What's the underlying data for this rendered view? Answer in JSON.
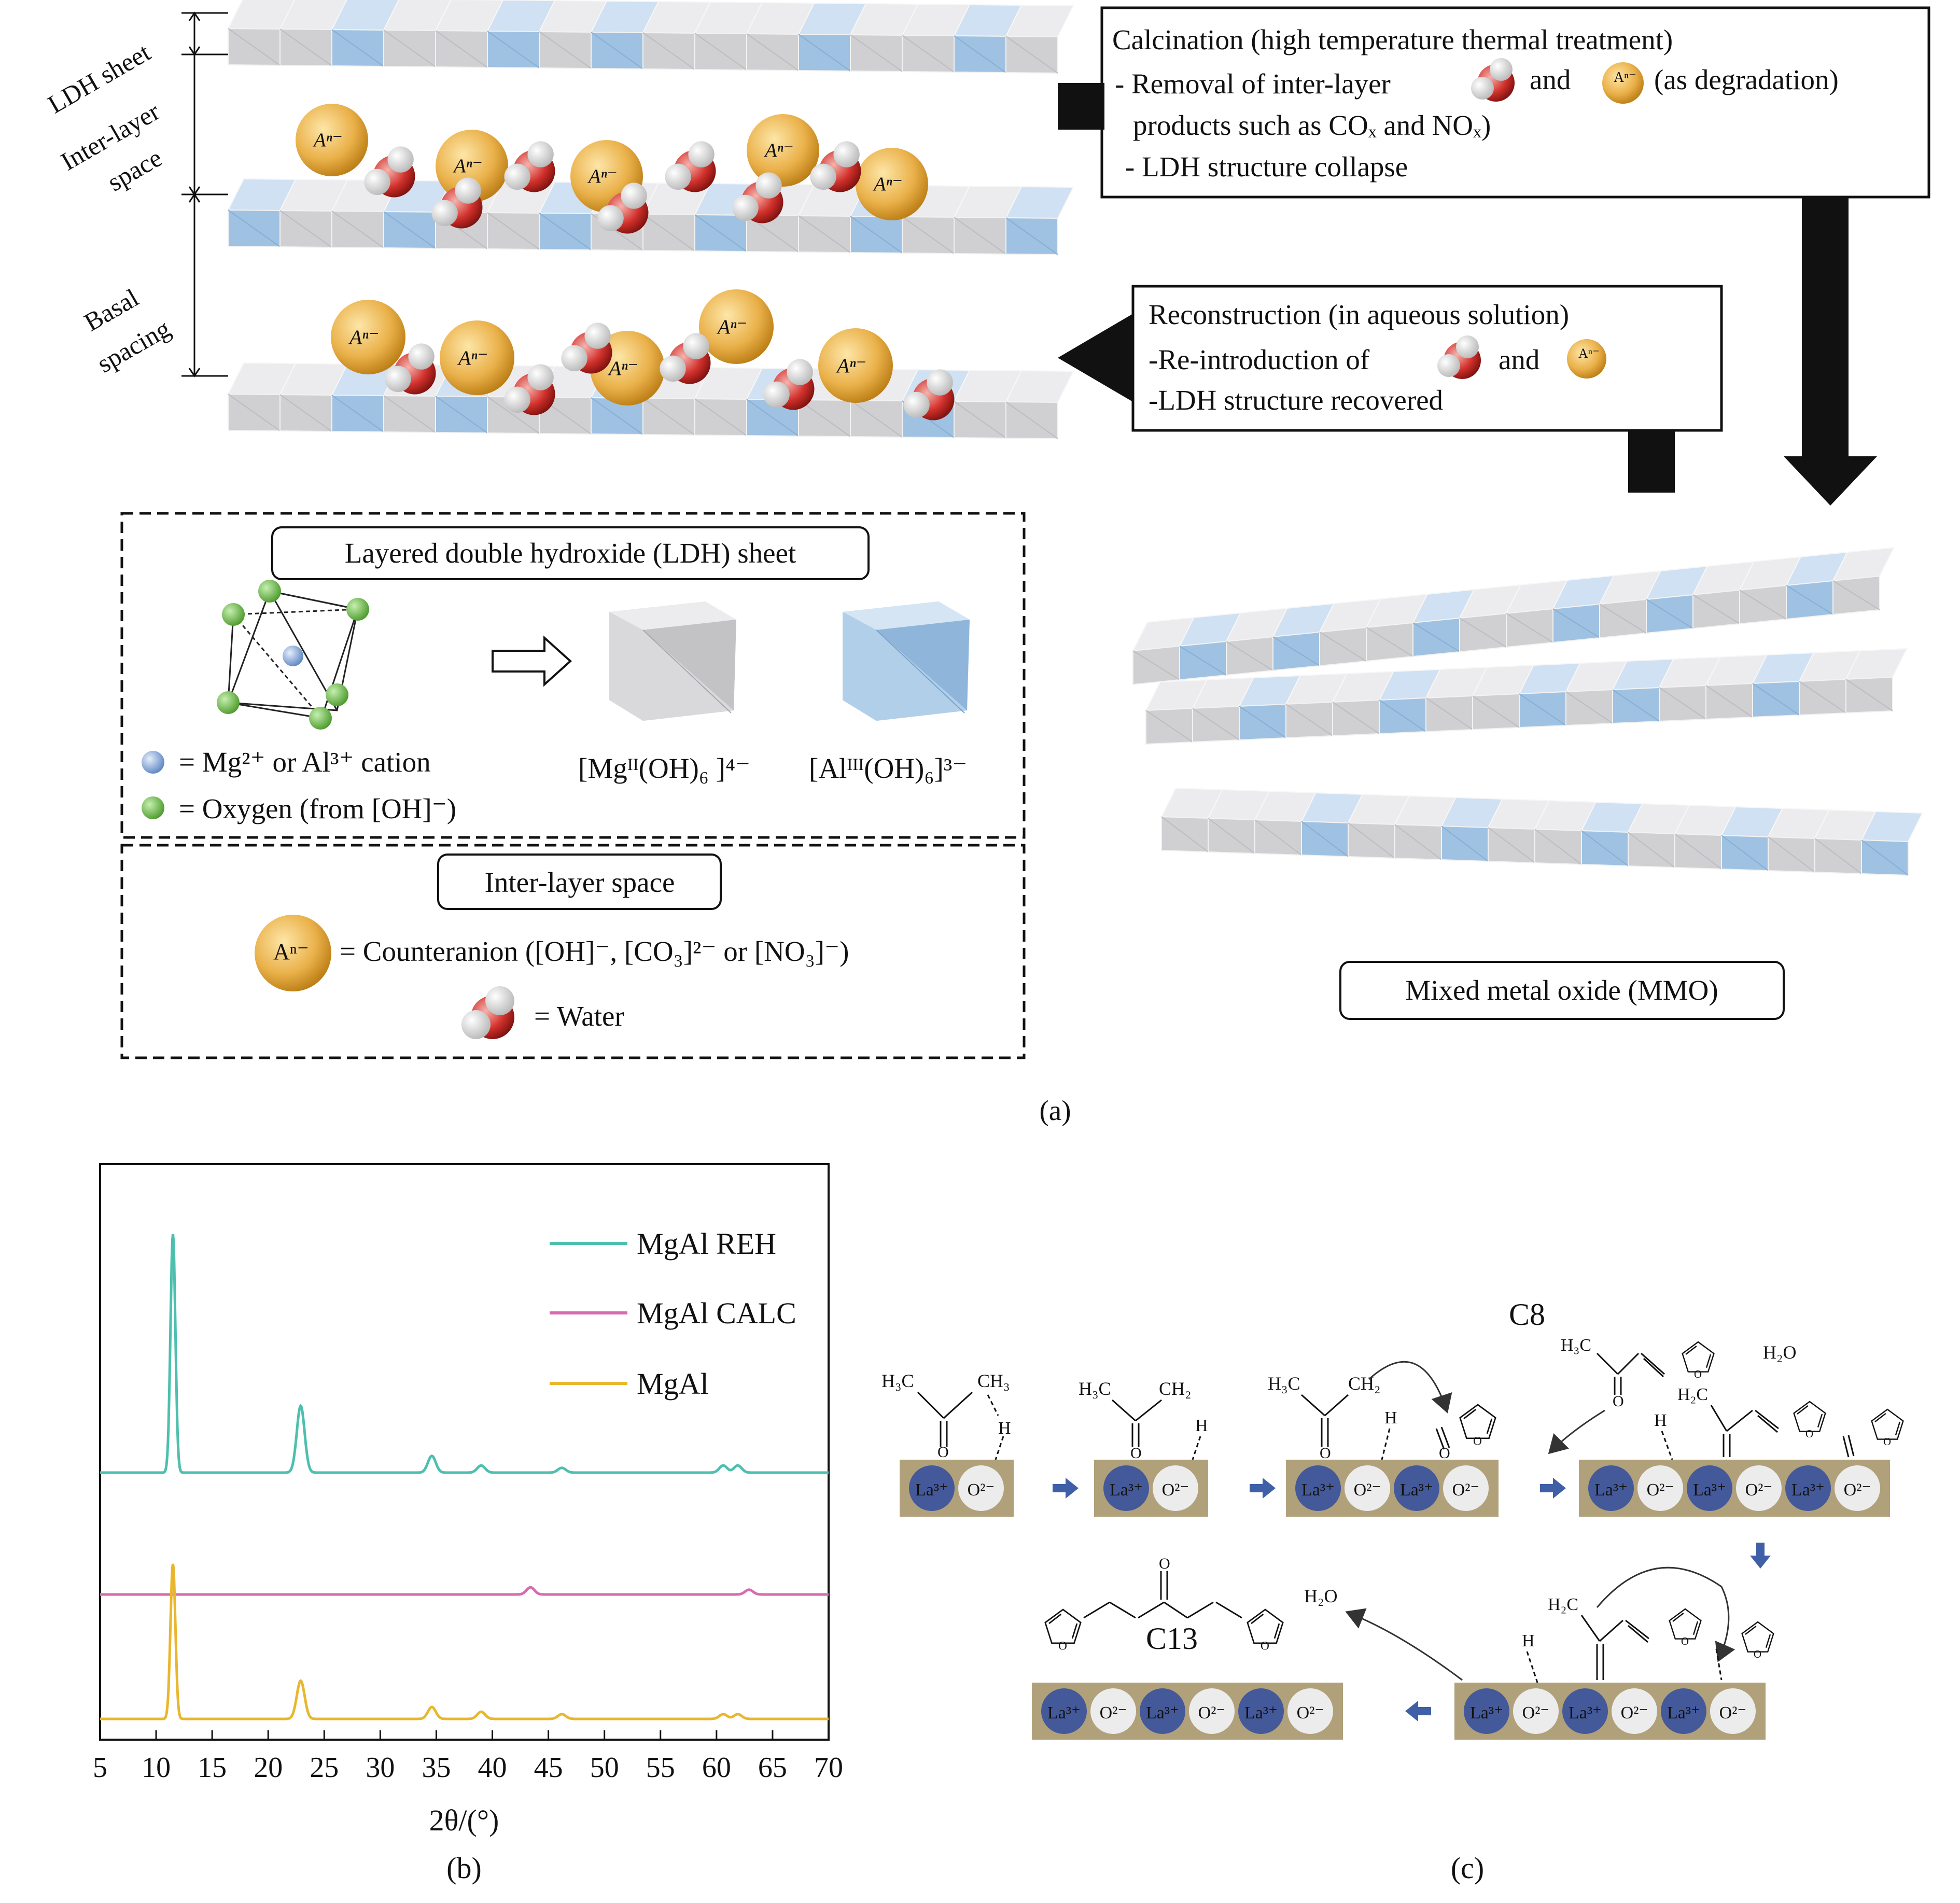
{
  "panel_a": {
    "label": "(a)",
    "labels": {
      "ldh_sheet": "LDH sheet",
      "interlayer_1": "Inter-layer",
      "interlayer_2": "space",
      "basal_1": "Basal",
      "basal_2": "spacing"
    },
    "anion_symbol": "Aⁿ⁻",
    "calcination_box": {
      "title": "Calcination (high temperature thermal treatment)",
      "line1a": "- Removal of inter-layer",
      "line1b": "and",
      "line1c": "(as degradation)",
      "line2": "products such as COₓ and NOₓ)",
      "line3": "- LDH structure collapse"
    },
    "reconstruction_box": {
      "title": "Reconstruction (in aqueous solution)",
      "line1a": "-Re-introduction of",
      "line1b": "and",
      "line2": "-LDH structure recovered"
    },
    "ldh_legend": {
      "title": "Layered double hydroxide (LDH) sheet",
      "cation": "= Mg²⁺ or Al³⁺ cation",
      "oxygen": "= Oxygen (from [OH]⁻)",
      "mg_oct": "[Mgᴵᴵ(OH)₆ ]⁴⁻",
      "al_oct": "[Alᴵᴵᴵ(OH)₆]³⁻"
    },
    "interlayer_legend": {
      "title": "Inter-layer space",
      "counteranion": "= Counteranion ([OH]⁻, [CO₃]²⁻ or [NO₃]⁻)",
      "water": "= Water"
    },
    "mmo_label": "Mixed metal oxide (MMO)"
  },
  "panel_b": {
    "label": "(b)",
    "xlabel": "2θ/(°)",
    "legend": [
      "MgAl REH",
      "MgAl CALC",
      "MgAl"
    ]
  },
  "chart_data": {
    "type": "line",
    "xlabel": "2θ/(°)",
    "ylabel": "",
    "xlim": [
      5,
      70
    ],
    "xticks": [
      5,
      10,
      15,
      20,
      25,
      30,
      35,
      40,
      45,
      50,
      55,
      60,
      65,
      70
    ],
    "legend_position": "top-right",
    "series": [
      {
        "name": "MgAl REH",
        "color": "#4dbfae",
        "baseline": 0,
        "peaks": [
          [
            11.5,
            100
          ],
          [
            22.9,
            28
          ],
          [
            34.6,
            7
          ],
          [
            39.0,
            3
          ],
          [
            46.2,
            2
          ],
          [
            60.6,
            3
          ],
          [
            61.9,
            3
          ]
        ]
      },
      {
        "name": "MgAl CALC",
        "color": "#d86bb0",
        "baseline": 0,
        "peaks": [
          [
            43.4,
            3
          ],
          [
            62.9,
            2
          ]
        ]
      },
      {
        "name": "MgAl",
        "color": "#e9b72e",
        "baseline": 0,
        "peaks": [
          [
            11.5,
            65
          ],
          [
            22.9,
            16
          ],
          [
            34.6,
            5
          ],
          [
            39.0,
            3
          ],
          [
            46.2,
            2
          ],
          [
            60.6,
            2
          ],
          [
            61.9,
            2
          ]
        ]
      }
    ]
  },
  "panel_c": {
    "label": "(c)",
    "la": "La³⁺",
    "o": "O²⁻",
    "h3c": "H₃C",
    "ch3": "CH₃",
    "ch2": "CH₂",
    "h2c": "H₂C",
    "h": "H",
    "o_atom": "O",
    "c8": "C8",
    "c13": "C13",
    "h2o": "H₂O",
    "h2o_2": "H₂O"
  },
  "colors": {
    "lds_blue": "#b3d1ea",
    "lds_gray": "#dcdcdf",
    "anion": "#eab14a",
    "water_red": "#d3312c",
    "la_circle": "#44599a",
    "surface": "#b1a17a",
    "arrow_blue": "#3f5fa6"
  }
}
